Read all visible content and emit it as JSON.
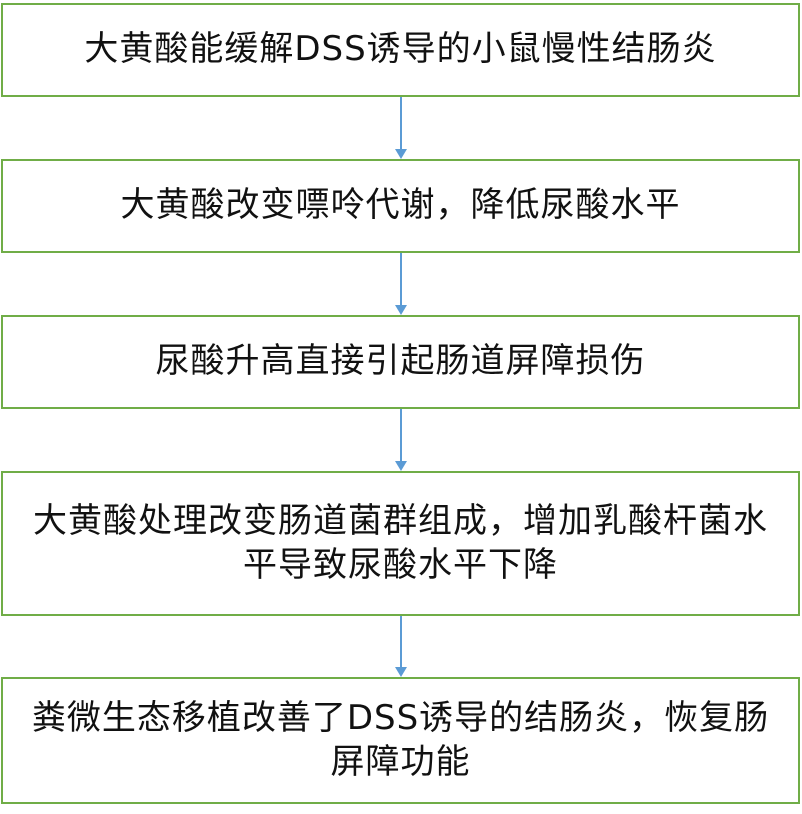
{
  "flowchart": {
    "steps": [
      {
        "text": "大黄酸能缓解DSS诱导的小鼠慢性结肠炎"
      },
      {
        "text": "大黄酸改变嘌呤代谢，降低尿酸水平"
      },
      {
        "text": "尿酸升高直接引起肠道屏障损伤"
      },
      {
        "text": "大黄酸处理改变肠道菌群组成，增加乳酸杆菌水平导致尿酸水平下降"
      },
      {
        "text": "粪微生态移植改善了DSS诱导的结肠炎，恢复肠屏障功能"
      }
    ],
    "colors": {
      "box_border": "#70ad47",
      "arrow": "#5b9bd5",
      "text": "#111111",
      "background": "#ffffff"
    }
  }
}
